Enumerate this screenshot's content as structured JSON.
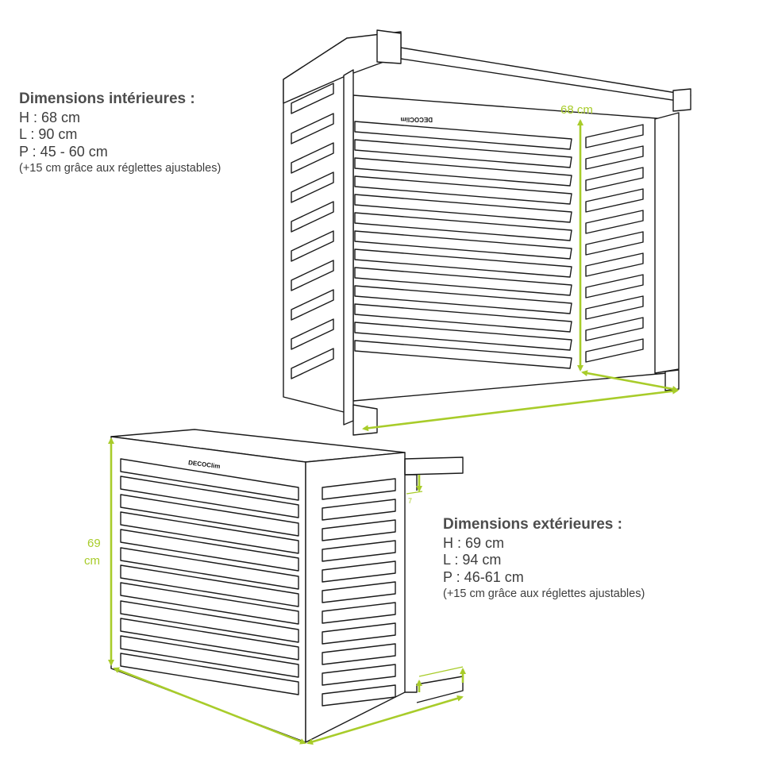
{
  "interior": {
    "title": "Dimensions intérieures :",
    "height": "H : 68 cm",
    "width": "L : 90 cm",
    "depth": "P : 45 - 60 cm",
    "note": "(+15 cm grâce aux réglettes ajustables)"
  },
  "exterior": {
    "title": "Dimensions extérieures :",
    "height": "H : 69 cm",
    "width": "L : 94 cm",
    "depth": "P : 46-61 cm",
    "note": "(+15 cm grâce aux réglettes ajustables)"
  },
  "diagram": {
    "interior_height_label": "68 cm",
    "exterior_height_label_1": "69",
    "exterior_height_label_2": "cm",
    "foot_label": "7",
    "brand": "DECOClim",
    "accent_color": "#a8cc2a"
  }
}
